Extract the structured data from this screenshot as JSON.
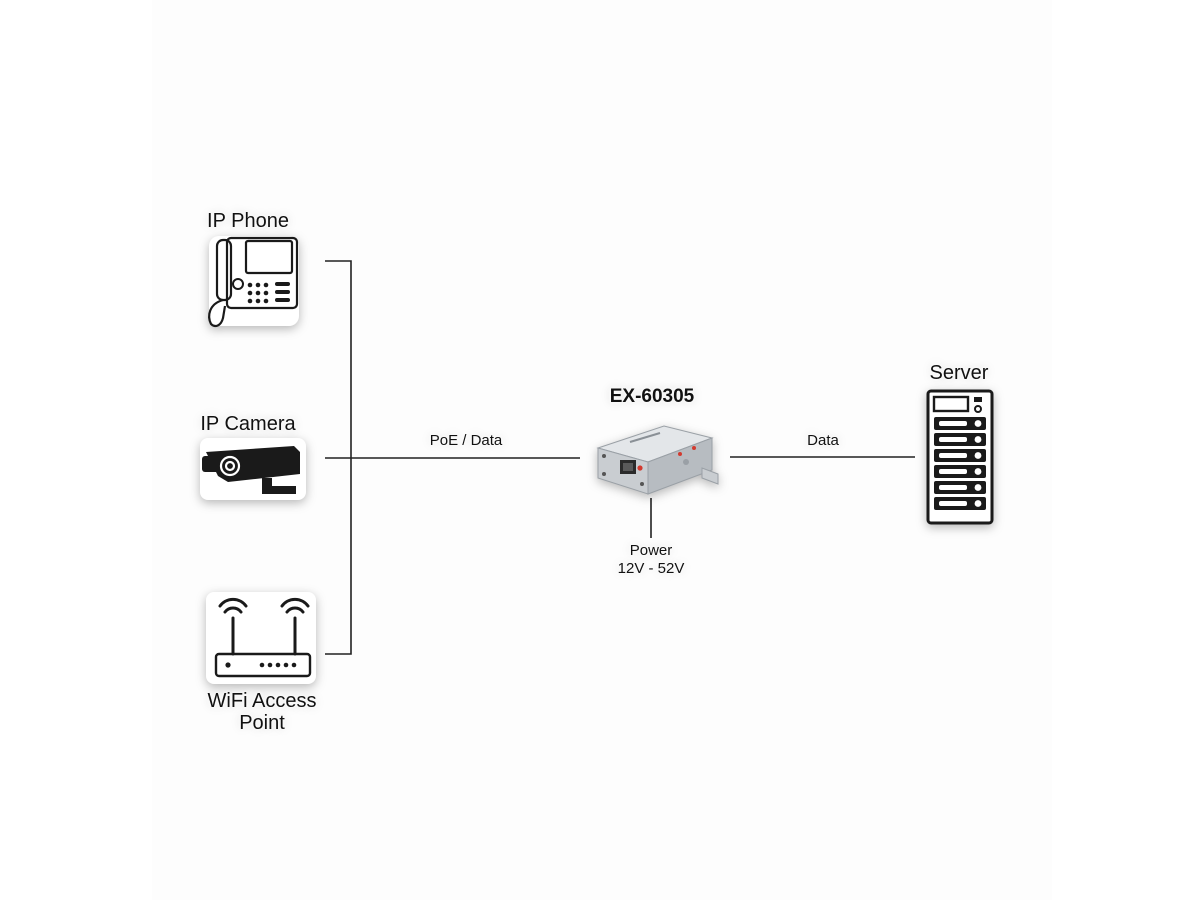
{
  "devices": {
    "ip_phone": "IP Phone",
    "ip_camera": "IP Camera",
    "wifi_ap_line1": "WiFi Access",
    "wifi_ap_line2": "Point",
    "server": "Server"
  },
  "hub": {
    "model": "EX-60305",
    "power_line1": "Power",
    "power_line2": "12V - 52V"
  },
  "links": {
    "poe_data": "PoE  / Data",
    "data": "Data"
  },
  "colors": {
    "line": "#222222",
    "icon": "#1a1a1a",
    "device_body": "#c9cdd1",
    "device_accent": "#d23a2f"
  },
  "icons": [
    "phone-icon",
    "camera-icon",
    "router-icon",
    "converter-device-icon",
    "server-icon"
  ]
}
